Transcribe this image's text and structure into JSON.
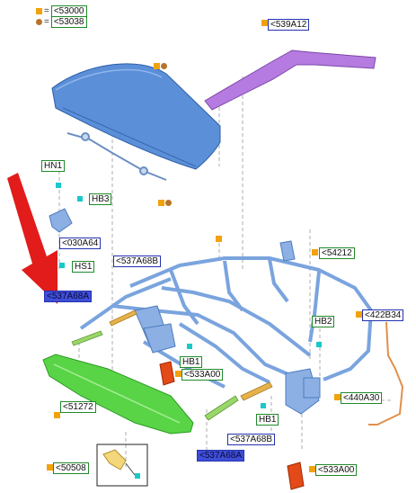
{
  "legend": [
    {
      "marker": "square",
      "marker_color": "#f2a20a",
      "code": "<53000"
    },
    {
      "marker": "circle",
      "marker_color": "#b8732a",
      "code": "<53038"
    }
  ],
  "labels": {
    "a539a12": "<539A12",
    "hn1": "HN1",
    "hb3": "HB3",
    "a030a64": "<030A64",
    "hs1": "HS1",
    "a537a68b_top": "<537A68B",
    "a537a68a_left": "<537A68A",
    "a54212": "<54212",
    "a422b34": "<422B34",
    "hb2": "HB2",
    "hb1_center": "HB1",
    "a533a00_center": "<533A00",
    "a51272": "<51272",
    "a440a30": "<440A30",
    "hb1_right": "HB1",
    "a537a68b_bottom": "<537A68B",
    "a537a68a_bottom": "<537A68A",
    "a50508": "<50508",
    "a533a00_bottom": "<533A00"
  },
  "colors": {
    "green_label_border": "#1f8a2a",
    "blue_label_border": "#2430b0",
    "highlight_label_fill": "#3f4ed8",
    "arrow": "#e21b1b",
    "roof_panel": "#5b8fd8",
    "trim_purple": "#b57be0",
    "frame_blue": "#7aa4de",
    "green_part": "#59d447",
    "orange_part": "#e44a17",
    "fastener_square": "#f2a20a",
    "fastener_circle": "#b8732a",
    "clip_turquoise": "#18c9c9"
  },
  "icons": [
    "roof-panel-shape",
    "rear-trim-shape",
    "roof-frame-shape",
    "red-arrow-icon"
  ]
}
